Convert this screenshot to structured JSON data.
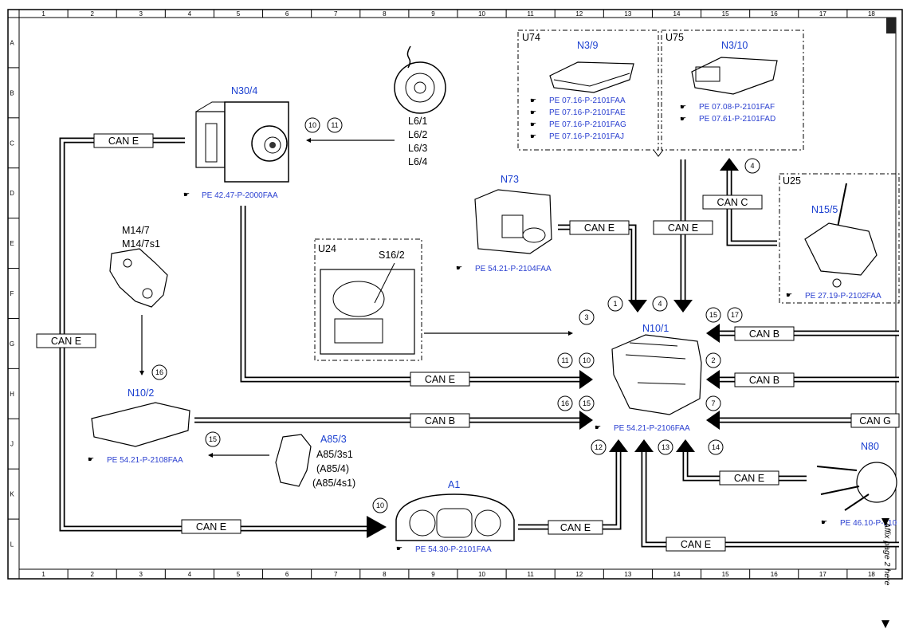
{
  "frame": {
    "columns": [
      "1",
      "2",
      "3",
      "4",
      "5",
      "6",
      "7",
      "8",
      "9",
      "10",
      "11",
      "12",
      "13",
      "14",
      "15",
      "16",
      "17",
      "18"
    ],
    "rows": [
      "A",
      "B",
      "C",
      "D",
      "E",
      "F",
      "G",
      "H",
      "J",
      "K",
      "L"
    ]
  },
  "groups": {
    "u74": "U74",
    "u75": "U75",
    "u24": "U24",
    "u25": "U25"
  },
  "components": {
    "n30_4": {
      "name": "N30/4",
      "ref": "PE 42.47-P-2000FAA"
    },
    "l6": {
      "lines": [
        "L6/1",
        "L6/2",
        "L6/3",
        "L6/4"
      ]
    },
    "n3_9": {
      "name": "N3/9",
      "refs": [
        "PE 07.16-P-2101FAA",
        "PE 07.16-P-2101FAE",
        "PE 07.16-P-2101FAG",
        "PE 07.16-P-2101FAJ"
      ]
    },
    "n3_10": {
      "name": "N3/10",
      "refs": [
        "PE 07.08-P-2101FAF",
        "PE 07.61-P-2101FAD"
      ]
    },
    "m14": {
      "lines": [
        "M14/7",
        "M14/7s1"
      ]
    },
    "s16_2": {
      "name": "S16/2"
    },
    "n73": {
      "name": "N73",
      "ref": "PE 54.21-P-2104FAA"
    },
    "n15_5": {
      "name": "N15/5",
      "ref": "PE 27.19-P-2102FAA"
    },
    "n10_1": {
      "name": "N10/1",
      "ref": "PE 54.21-P-2106FAA"
    },
    "n10_2": {
      "name": "N10/2",
      "ref": "PE 54.21-P-2108FAA"
    },
    "a85_3": {
      "name": "A85/3",
      "lines": [
        "A85/3s1",
        "(A85/4)",
        "(A85/4s1)"
      ]
    },
    "a1": {
      "name": "A1",
      "ref": "PE 54.30-P-2101FAA"
    },
    "n80": {
      "name": "N80",
      "ref": "PE 46.10-P-210"
    }
  },
  "buses": {
    "can_e_top": "CAN E",
    "can_e_left": "CAN E",
    "can_e_mid": "CAN E",
    "can_b_mid": "CAN B",
    "can_e_bottom": "CAN E",
    "can_e_n73": "CAN E",
    "can_e_engine": "CAN E",
    "can_c": "CAN C",
    "can_b_right1": "CAN B",
    "can_b_right2": "CAN B",
    "can_g": "CAN G",
    "can_e_n80": "CAN E",
    "can_e_a1": "CAN E",
    "can_e_low": "CAN E"
  },
  "circles": {
    "c10_top": "10",
    "c11_top": "11",
    "c4_top": "4",
    "c1": "1",
    "c4": "4",
    "c3": "3",
    "c15": "15",
    "c17": "17",
    "c11": "11",
    "c10": "10",
    "c2": "2",
    "c16_left": "16",
    "c15_left": "15",
    "c7": "7",
    "c12": "12",
    "c13": "13",
    "c14": "14",
    "c16_n10_2": "16",
    "c15_a85": "15",
    "c10_a1": "10"
  },
  "side_note": "Affix page 2 here"
}
